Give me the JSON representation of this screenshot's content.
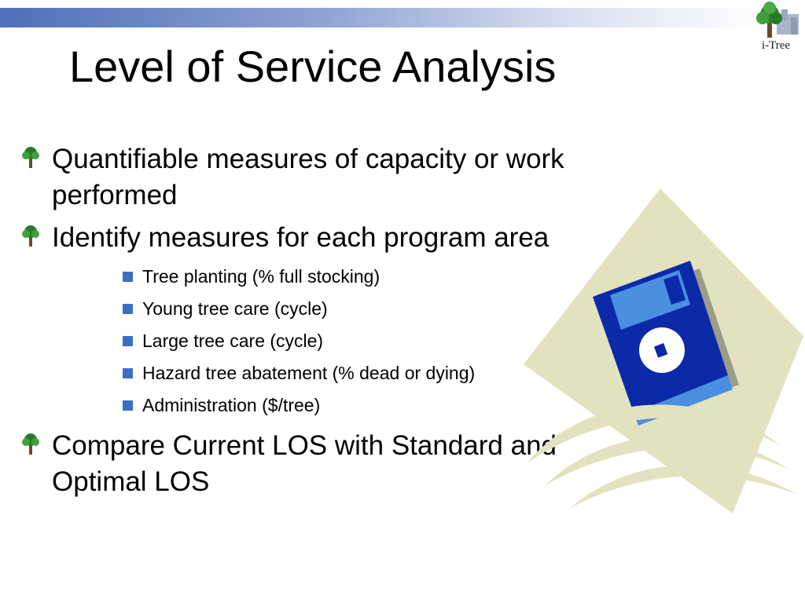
{
  "logo": {
    "text": "i-Tree"
  },
  "title": "Level of Service Analysis",
  "bullets": [
    {
      "text": "Quantifiable measures of capacity or work performed"
    },
    {
      "text": "Identify measures for each program area"
    },
    {
      "text": "Compare Current LOS with Standard and Optimal LOS"
    }
  ],
  "sub_bullets": [
    {
      "text": "Tree planting (% full stocking)"
    },
    {
      "text": "Young tree care (cycle)"
    },
    {
      "text": "Large tree care (cycle)"
    },
    {
      "text": "Hazard tree abatement (% dead or dying)"
    },
    {
      "text": "Administration ($/tree)"
    }
  ],
  "colors": {
    "band_start": "#4f6fb9",
    "sub_bullet_square": "#3b6fc4",
    "disk_body": "#0a2aa8",
    "diamond": "#e3e2bf"
  },
  "icons": {
    "bullet": "tree-icon",
    "logo": "i-tree-logo",
    "clipart": "floppy-disk-icon"
  }
}
